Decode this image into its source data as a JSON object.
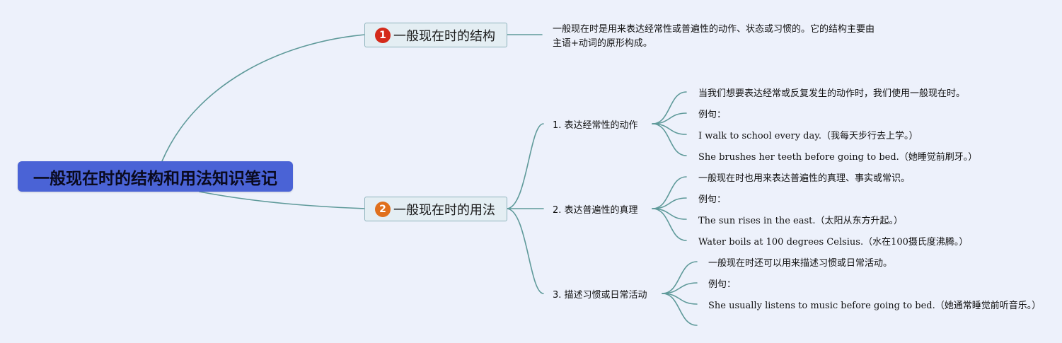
{
  "root": {
    "title": "一般现在时的结构和用法知识笔记"
  },
  "branches": [
    {
      "badge": "1",
      "badge_color": "#d42a1a",
      "title": "一般现在时的结构",
      "desc_lines": [
        "一般现在时是用来表达经常性或普遍性的动作、状态或习惯的。它的结构主要由",
        "主语+动词的原形构成。"
      ]
    },
    {
      "badge": "2",
      "badge_color": "#e0701c",
      "title": "一般现在时的用法",
      "subs": [
        {
          "title": "1. 表达经常性的动作",
          "items": [
            "当我们想要表达经常或反复发生的动作时，我们使用一般现在时。",
            "例句：",
            "I walk to school every day.（我每天步行去上学。）",
            "She brushes her teeth before going to bed.（她睡觉前刷牙。）"
          ]
        },
        {
          "title": "2. 表达普遍性的真理",
          "items": [
            "一般现在时也用来表达普遍性的真理、事实或常识。",
            "例句：",
            "The sun rises in the east.（太阳从东方升起。）",
            "Water boils at 100 degrees Celsius.（水在100摄氏度沸腾。）"
          ]
        },
        {
          "title": "3. 描述习惯或日常活动",
          "items": [
            "一般现在时还可以用来描述习惯或日常活动。",
            "例句：",
            "She usually listens to music before going to bed.（她通常睡觉前听音乐。）",
            ""
          ]
        }
      ]
    }
  ],
  "colors": {
    "background": "#edf1fb",
    "root_fill": "#4a63d6",
    "node_fill": "#e4eef3",
    "node_border": "#8fb4bd",
    "connector": "#5f9a9a"
  }
}
